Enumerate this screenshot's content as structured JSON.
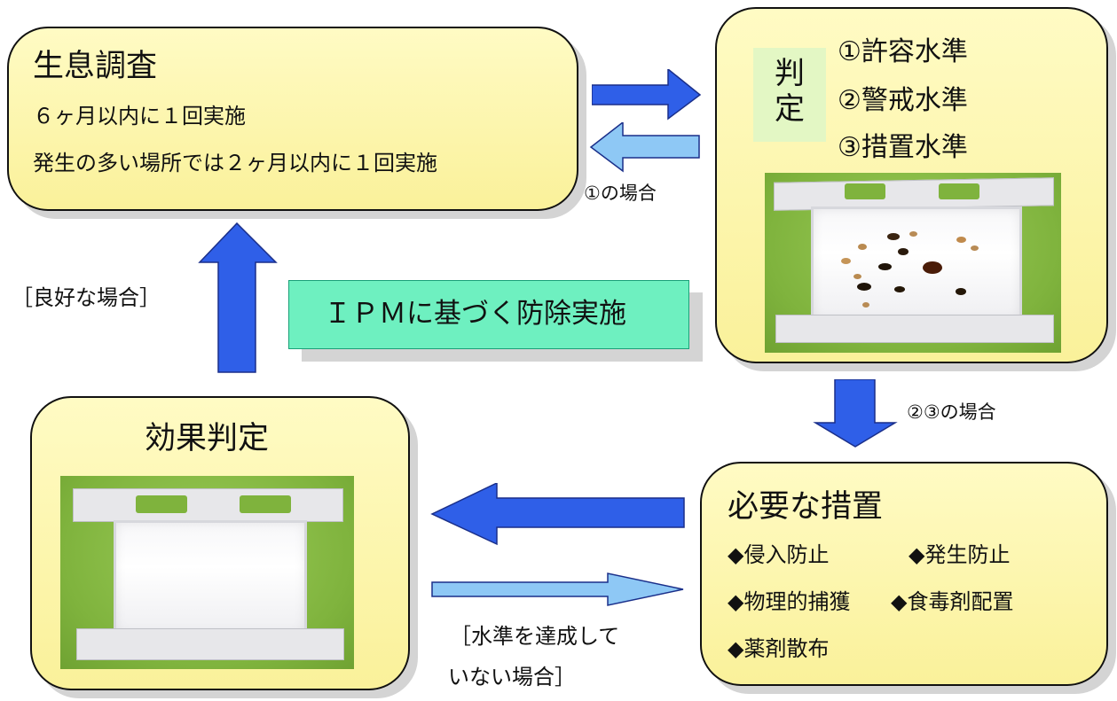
{
  "survey": {
    "title": "生息調査",
    "line1": "６ヶ月以内に１回実施",
    "line2": "発生の多い場所では２ヶ月以内に１回実施"
  },
  "judgment": {
    "label_char1": "判",
    "label_char2": "定",
    "levels": [
      "①許容水準",
      "②警戒水準",
      "③措置水準"
    ]
  },
  "case1_label": "①の場合",
  "case23_label": "②③の場合",
  "ipm_label": "ＩＰＭに基づく防除実施",
  "good_case_label": "［良好な場合］",
  "effect": {
    "title": "効果判定"
  },
  "measures": {
    "title": "必要な措置",
    "items": [
      "◆侵入防止",
      "◆発生防止",
      "◆物理的捕獲",
      "◆食毒剤配置",
      "◆薬剤散布"
    ]
  },
  "not_achieved_line1": "［水準を達成して",
  "not_achieved_line2": "いない場合］",
  "colors": {
    "box_fill": "#faf19a",
    "arrow_blue": "#2f5fe8",
    "arrow_light_blue": "#8ec8f5",
    "judge_bg": "#e3f7c4",
    "ipm_bg": "#6ef0c0"
  }
}
